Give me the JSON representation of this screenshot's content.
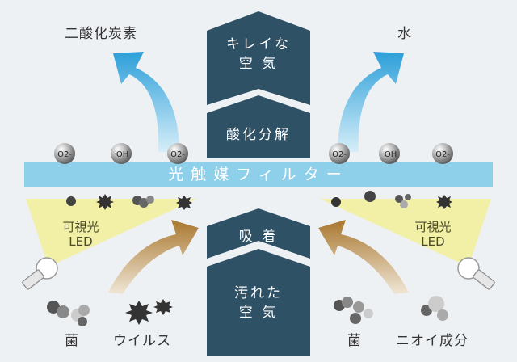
{
  "labels": {
    "co2": "二酸化炭素",
    "water": "水",
    "clean_air": "キレイな\n空 気",
    "decompose": "酸化分解",
    "filter": "光触媒フィルター",
    "adsorb": "吸 着",
    "dirty_air": "汚れた\n空 気",
    "visible_light_left": "可視光\nLED",
    "visible_light_right": "可視光\nLED",
    "bacteria_left": "菌",
    "virus": "ウイルス",
    "bacteria_right": "菌",
    "odor": "ニオイ成分"
  },
  "molecules": {
    "superoxide": "O2-",
    "hydroxyl": "·OH"
  },
  "colors": {
    "background": "#eef1f4",
    "filter_band": "#8ed0ea",
    "column": "#2e5166",
    "light_beam": "#f1f0a6",
    "upward_arrow": "#3aa8dd",
    "adsorb_arrow": "#b07c3a"
  }
}
